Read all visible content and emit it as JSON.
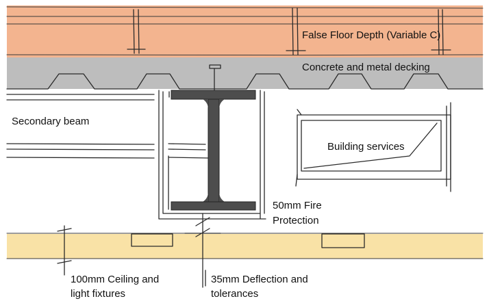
{
  "diagram": {
    "labels": {
      "false_floor": "False Floor Depth (Variable C)",
      "concrete": "Concrete and metal decking",
      "secondary_beam": "Secondary beam",
      "building_services": "Building services",
      "fire_protection_line1": "50mm Fire",
      "fire_protection_line2": "Protection",
      "ceiling_line1": "100mm Ceiling and",
      "ceiling_line2": "light fixtures",
      "deflection_line1": "35mm Deflection and",
      "deflection_line2": "tolerances"
    },
    "colors": {
      "false_floor_fill": "#f3b48f",
      "concrete_fill": "#bdbdbd",
      "ceiling_fill": "#f9e2a6",
      "beam_fill": "#4d4d4d",
      "ink": "#2a2a2a"
    }
  }
}
